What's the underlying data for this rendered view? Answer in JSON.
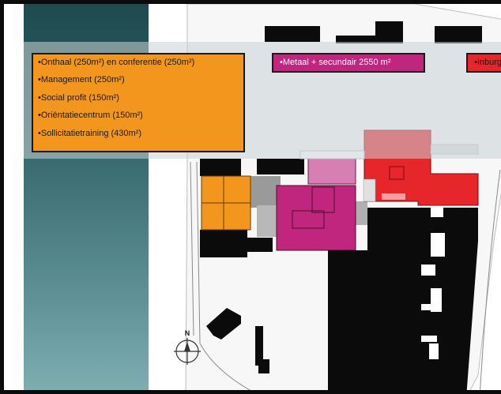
{
  "legend": {
    "orange_items": [
      "•Onthaal (250m²) en conferentie (250m²)",
      "•Management (250m²)",
      "•Social profit (150m²)",
      "•Oriëntatiecentrum (150m²)",
      "•Sollicitatietraining (430m²)"
    ],
    "pink_label": "•Metaal + secundair 2550 m²",
    "red_label": "•Inburg"
  },
  "compass": {
    "label": "N"
  },
  "colors": {
    "orange": "#f2961e",
    "magenta": "#c0267d",
    "red": "#e6262a",
    "teal": "#2e6166",
    "building_black": "#0b0b0b"
  }
}
